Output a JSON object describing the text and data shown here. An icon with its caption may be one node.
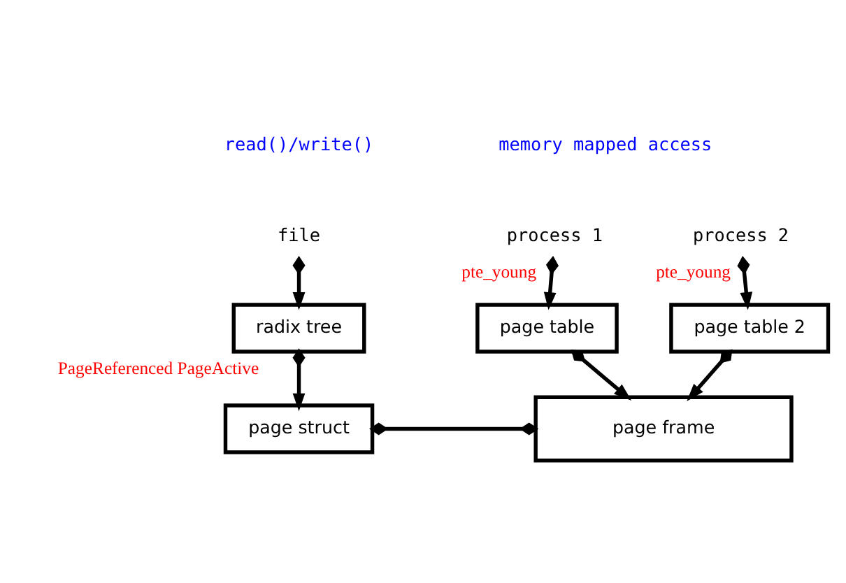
{
  "diagram": {
    "nodes": [
      {
        "text": [
          "file"
        ]
      },
      {
        "text": [
          "process 1"
        ]
      },
      {
        "text": [
          "process 2"
        ]
      },
      {
        "text": [
          "radix tree"
        ]
      },
      {
        "text": [
          "page table"
        ]
      },
      {
        "text": [
          "page table 2"
        ]
      },
      {
        "text": [
          "page struct"
        ]
      },
      {
        "text": [
          "page frame"
        ]
      }
    ],
    "edges": [
      {
        "from": 0,
        "to": 3,
        "arrow": "to"
      },
      {
        "from": 1,
        "to": 4,
        "arrow": "to",
        "label": "pte_young"
      },
      {
        "from": 2,
        "to": 5,
        "arrow": "to",
        "label": "pte_young"
      },
      {
        "from": 3,
        "to": 6,
        "arrow": "to",
        "label": "PageReferenced PageActive"
      },
      {
        "from": 4,
        "to": 7,
        "arrow": "to"
      },
      {
        "from": 5,
        "to": 7,
        "arrow": "to"
      },
      {
        "from": 6,
        "to": 7,
        "arrow": "other"
      }
    ],
    "labels": [
      "read()/write()",
      "memory mapped access"
    ]
  }
}
